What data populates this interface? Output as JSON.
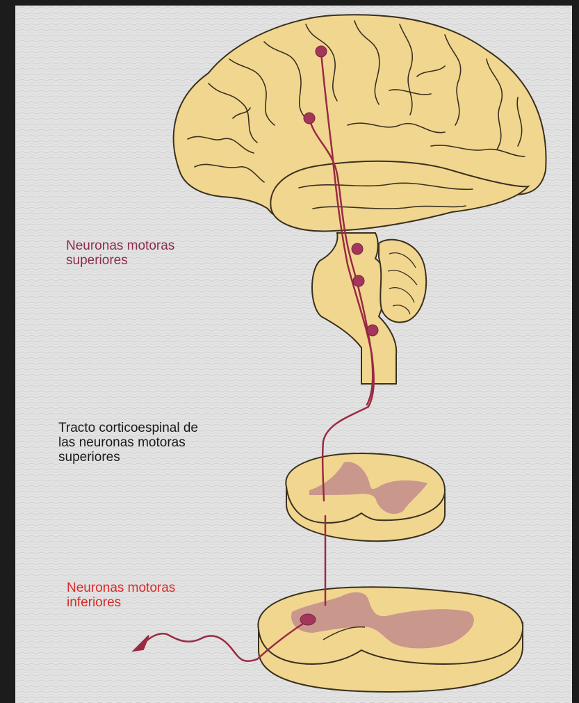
{
  "labels": {
    "upper_motor_neurons": {
      "line1": "Neuronas motoras",
      "line2": "superiores",
      "color": "#8a2c4e"
    },
    "corticospinal_tract": {
      "line1": "Tracto corticoespinal de",
      "line2": "las neuronas motoras",
      "line3": "superiores",
      "color": "#1a1a1a"
    },
    "lower_motor_neurons": {
      "line1": "Neuronas motoras",
      "line2": "inferiores",
      "color": "#d92a2a"
    }
  },
  "colors": {
    "background": "#e3e3e3",
    "frame": "#1c1c1c",
    "tissue": "#f0d68f",
    "tissue_outline": "#3a3020",
    "gray_matter": "#c9978c",
    "neuron_path": "#9a2a44",
    "neuron_body": "#a3375a"
  }
}
